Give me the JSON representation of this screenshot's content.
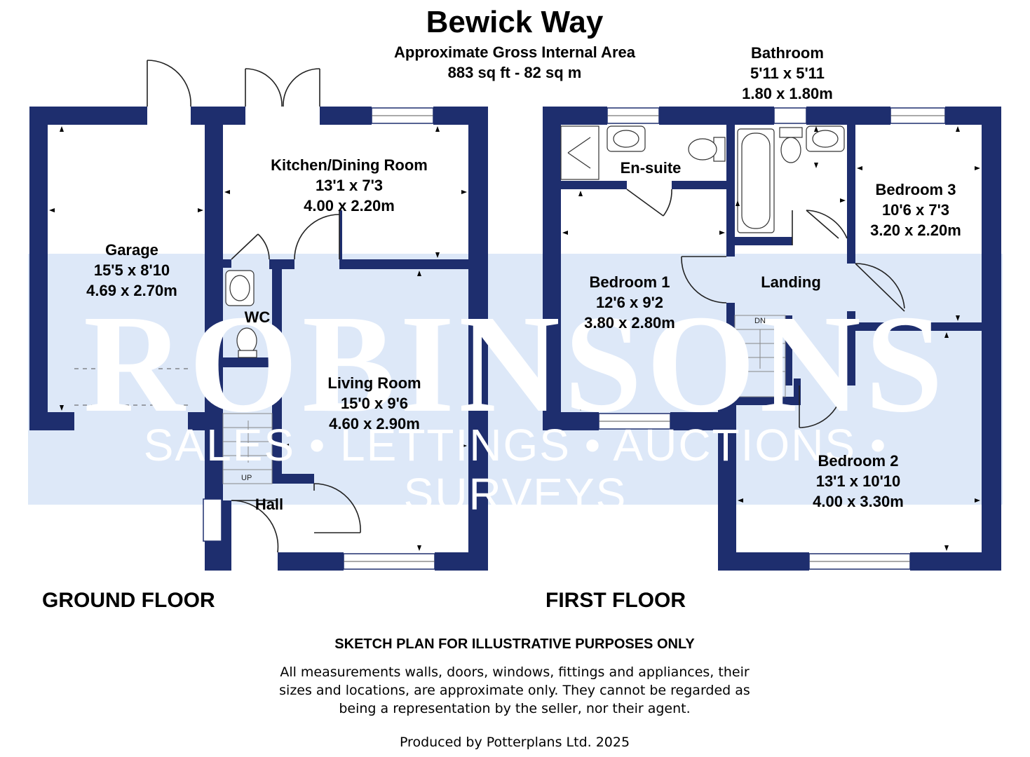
{
  "title": "Bewick Way",
  "area": {
    "line1": "Approximate Gross Internal Area",
    "line2": "883 sq ft - 82 sq m"
  },
  "watermark": {
    "brand": "ROBINSONS",
    "tagline": "SALES • LETTINGS • AUCTIONS • SURVEYS"
  },
  "colors": {
    "wall": "#1e2e6e",
    "watermark_band": "#dde8f8",
    "fixture": "#333333"
  },
  "floors": {
    "ground": {
      "label": "GROUND FLOOR",
      "rooms": {
        "garage": {
          "name": "Garage",
          "imperial": "15'5 x 8'10",
          "metric": "4.69 x 2.70m"
        },
        "kitchen": {
          "name": "Kitchen/Dining Room",
          "imperial": "13'1 x 7'3",
          "metric": "4.00 x 2.20m"
        },
        "wc": {
          "name": "WC"
        },
        "living": {
          "name": "Living Room",
          "imperial": "15'0 x 9'6",
          "metric": "4.60 x 2.90m"
        },
        "hall": {
          "name": "Hall"
        }
      },
      "stairs_label": "UP"
    },
    "first": {
      "label": "FIRST FLOOR",
      "rooms": {
        "bathroom": {
          "name": "Bathroom",
          "imperial": "5'11 x 5'11",
          "metric": "1.80 x 1.80m"
        },
        "ensuite": {
          "name": "En-suite"
        },
        "bedroom3": {
          "name": "Bedroom 3",
          "imperial": "10'6 x 7'3",
          "metric": "3.20 x 2.20m"
        },
        "bedroom1": {
          "name": "Bedroom 1",
          "imperial": "12'6 x 9'2",
          "metric": "3.80 x 2.80m"
        },
        "landing": {
          "name": "Landing"
        },
        "bedroom2": {
          "name": "Bedroom 2",
          "imperial": "13'1 x 10'10",
          "metric": "4.00 x 3.30m"
        }
      },
      "stairs_label": "DN"
    }
  },
  "disclaimer": {
    "heading": "SKETCH PLAN FOR ILLUSTRATIVE PURPOSES ONLY",
    "line1": "All measurements walls, doors, windows, fittings and appliances, their",
    "line2": "sizes and locations, are approximate only. They cannot be regarded as",
    "line3": "being a representation by the seller, nor their agent.",
    "producer": "Produced by Potterplans Ltd. 2025"
  }
}
